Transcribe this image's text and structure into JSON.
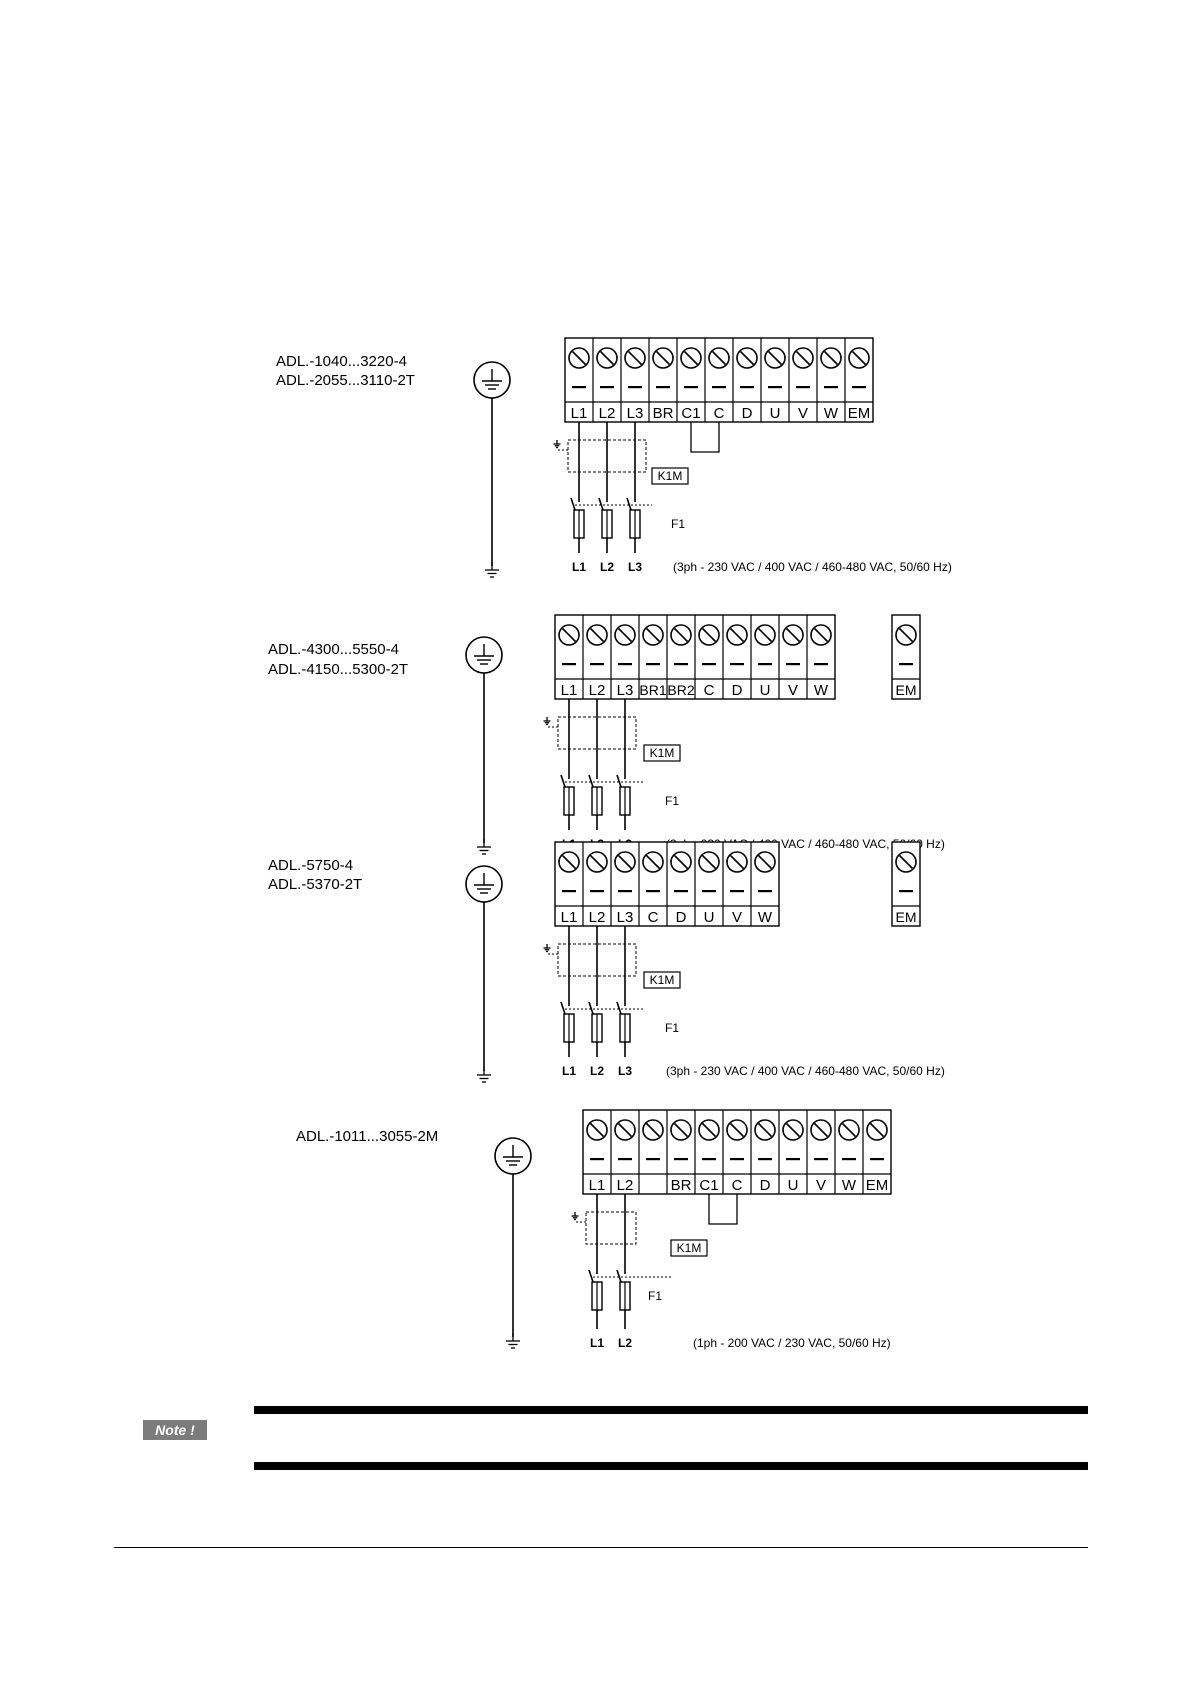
{
  "diagrams": [
    {
      "models": [
        "ADL.-1040...3220-4",
        "ADL.-2055...3110-2T"
      ],
      "terminals": [
        "L1",
        "L2",
        "L3",
        "BR",
        "C1",
        "C",
        "D",
        "U",
        "V",
        "W",
        "EM"
      ],
      "separate_terminal": "",
      "contactor": "K1M",
      "fuse": "F1",
      "supply_lines": [
        "L1",
        "L2",
        "L3"
      ],
      "supply_text": "(3ph - 230 VAC / 400 VAC / 460-480 VAC, 50/60 Hz)"
    },
    {
      "models": [
        "ADL.-4300...5550-4",
        "ADL.-4150...5300-2T"
      ],
      "terminals": [
        "L1",
        "L2",
        "L3",
        "BR1",
        "BR2",
        "C",
        "D",
        "U",
        "V",
        "W"
      ],
      "separate_terminal": "EM",
      "contactor": "K1M",
      "fuse": "F1",
      "supply_lines": [
        "L1",
        "L2",
        "L3"
      ],
      "supply_text": "(3ph - 230 VAC / 400 VAC / 460-480 VAC, 50/60 Hz)"
    },
    {
      "models": [
        "ADL.-5750-4",
        "ADL.-5370-2T"
      ],
      "terminals": [
        "L1",
        "L2",
        "L3",
        "C",
        "D",
        "U",
        "V",
        "W"
      ],
      "separate_terminal": "EM",
      "contactor": "K1M",
      "fuse": "F1",
      "supply_lines": [
        "L1",
        "L2",
        "L3"
      ],
      "supply_text": "(3ph - 230 VAC / 400 VAC / 460-480 VAC, 50/60 Hz)"
    },
    {
      "models": [
        "ADL.-1011...3055-2M"
      ],
      "terminals": [
        "L1",
        "L2",
        "",
        "BR",
        "C1",
        "C",
        "D",
        "U",
        "V",
        "W",
        "EM"
      ],
      "separate_terminal": "",
      "contactor": "K1M",
      "fuse": "F1",
      "supply_lines": [
        "L1",
        "L2"
      ],
      "supply_text": "(1ph - 200 VAC / 230 VAC, 50/60 Hz)"
    }
  ],
  "note": {
    "label": "Note !"
  }
}
